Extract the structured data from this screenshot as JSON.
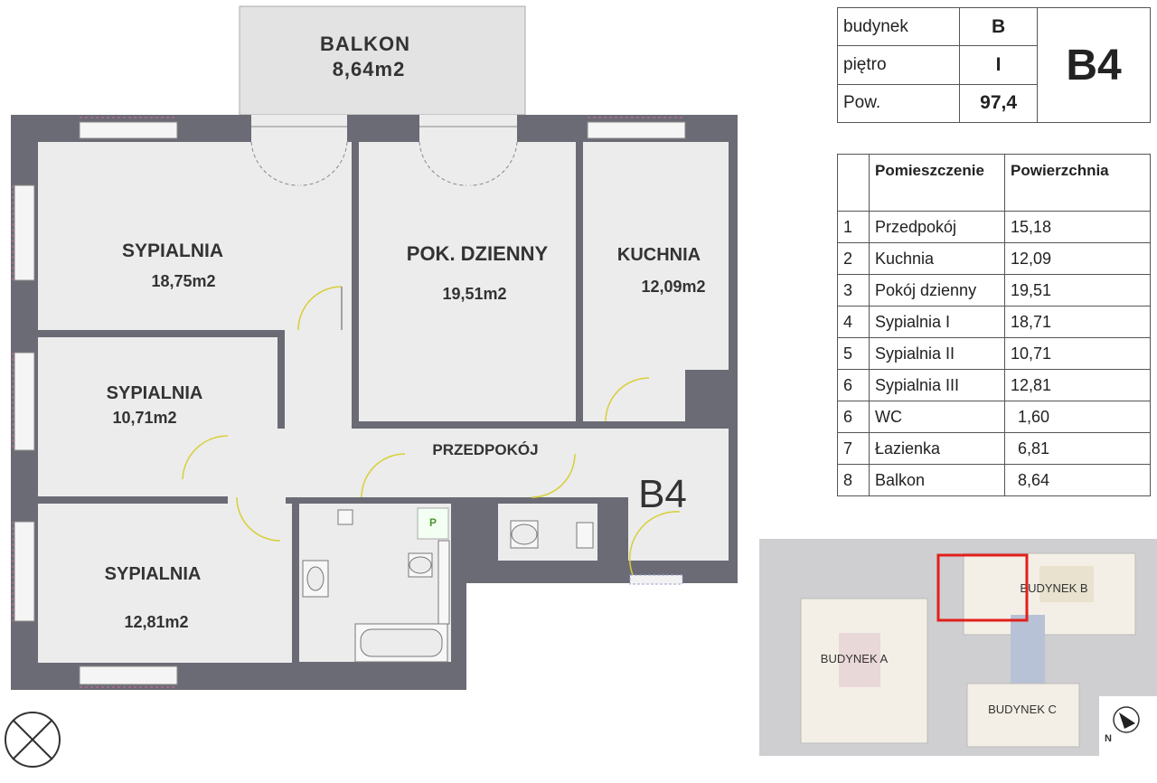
{
  "balcony": {
    "label": "BALKON",
    "area": "8,64m2"
  },
  "rooms": [
    {
      "id": "sypialnia-1",
      "label": "SYPIALNIA",
      "area": "18,75m2"
    },
    {
      "id": "pok-dzienny",
      "label": "POK. DZIENNY",
      "area": "19,51m2"
    },
    {
      "id": "kuchnia",
      "label": "KUCHNIA",
      "area": "12,09m2"
    },
    {
      "id": "sypialnia-2",
      "label": "SYPIALNIA",
      "area": "10,71m2"
    },
    {
      "id": "sypialnia-3",
      "label": "SYPIALNIA",
      "area": "12,81m2"
    },
    {
      "id": "przedpokoj",
      "label": "PRZEDPOKÓJ"
    }
  ],
  "unit_label": "B4",
  "bathroom_marker": "P",
  "header": {
    "rows": [
      {
        "label": "budynek",
        "value": "B"
      },
      {
        "label": "piętro",
        "value": "I"
      },
      {
        "label": "Pow.",
        "value": "97,4"
      }
    ],
    "code": "B4"
  },
  "rooms_table": {
    "headers": [
      "",
      "Pomieszczenie",
      "Powierzchnia"
    ],
    "rows": [
      {
        "no": "1",
        "name": "Przedpokój",
        "area": "15,18"
      },
      {
        "no": "2",
        "name": "Kuchnia",
        "area": "12,09"
      },
      {
        "no": "3",
        "name": "Pokój dzienny",
        "area": "19,51"
      },
      {
        "no": "4",
        "name": "Sypialnia I",
        "area": "18,71"
      },
      {
        "no": "5",
        "name": "Sypialnia II",
        "area": "10,71"
      },
      {
        "no": "6",
        "name": "Sypialnia III",
        "area": "12,81"
      },
      {
        "no": "6",
        "name": "WC",
        "area": "1,60"
      },
      {
        "no": "7",
        "name": "Łazienka",
        "area": "6,81"
      },
      {
        "no": "8",
        "name": "Balkon",
        "area": "8,64"
      }
    ]
  },
  "site_map": {
    "buildings": [
      "BUDYNEK A",
      "BUDYNEK B",
      "BUDYNEK C"
    ],
    "compass": "N",
    "highlight_color": "#e0201b"
  },
  "colors": {
    "wall": "#6b6b75",
    "room": "#ececec",
    "balcony": "#e2e2e2",
    "door": "#d8cf3a"
  }
}
